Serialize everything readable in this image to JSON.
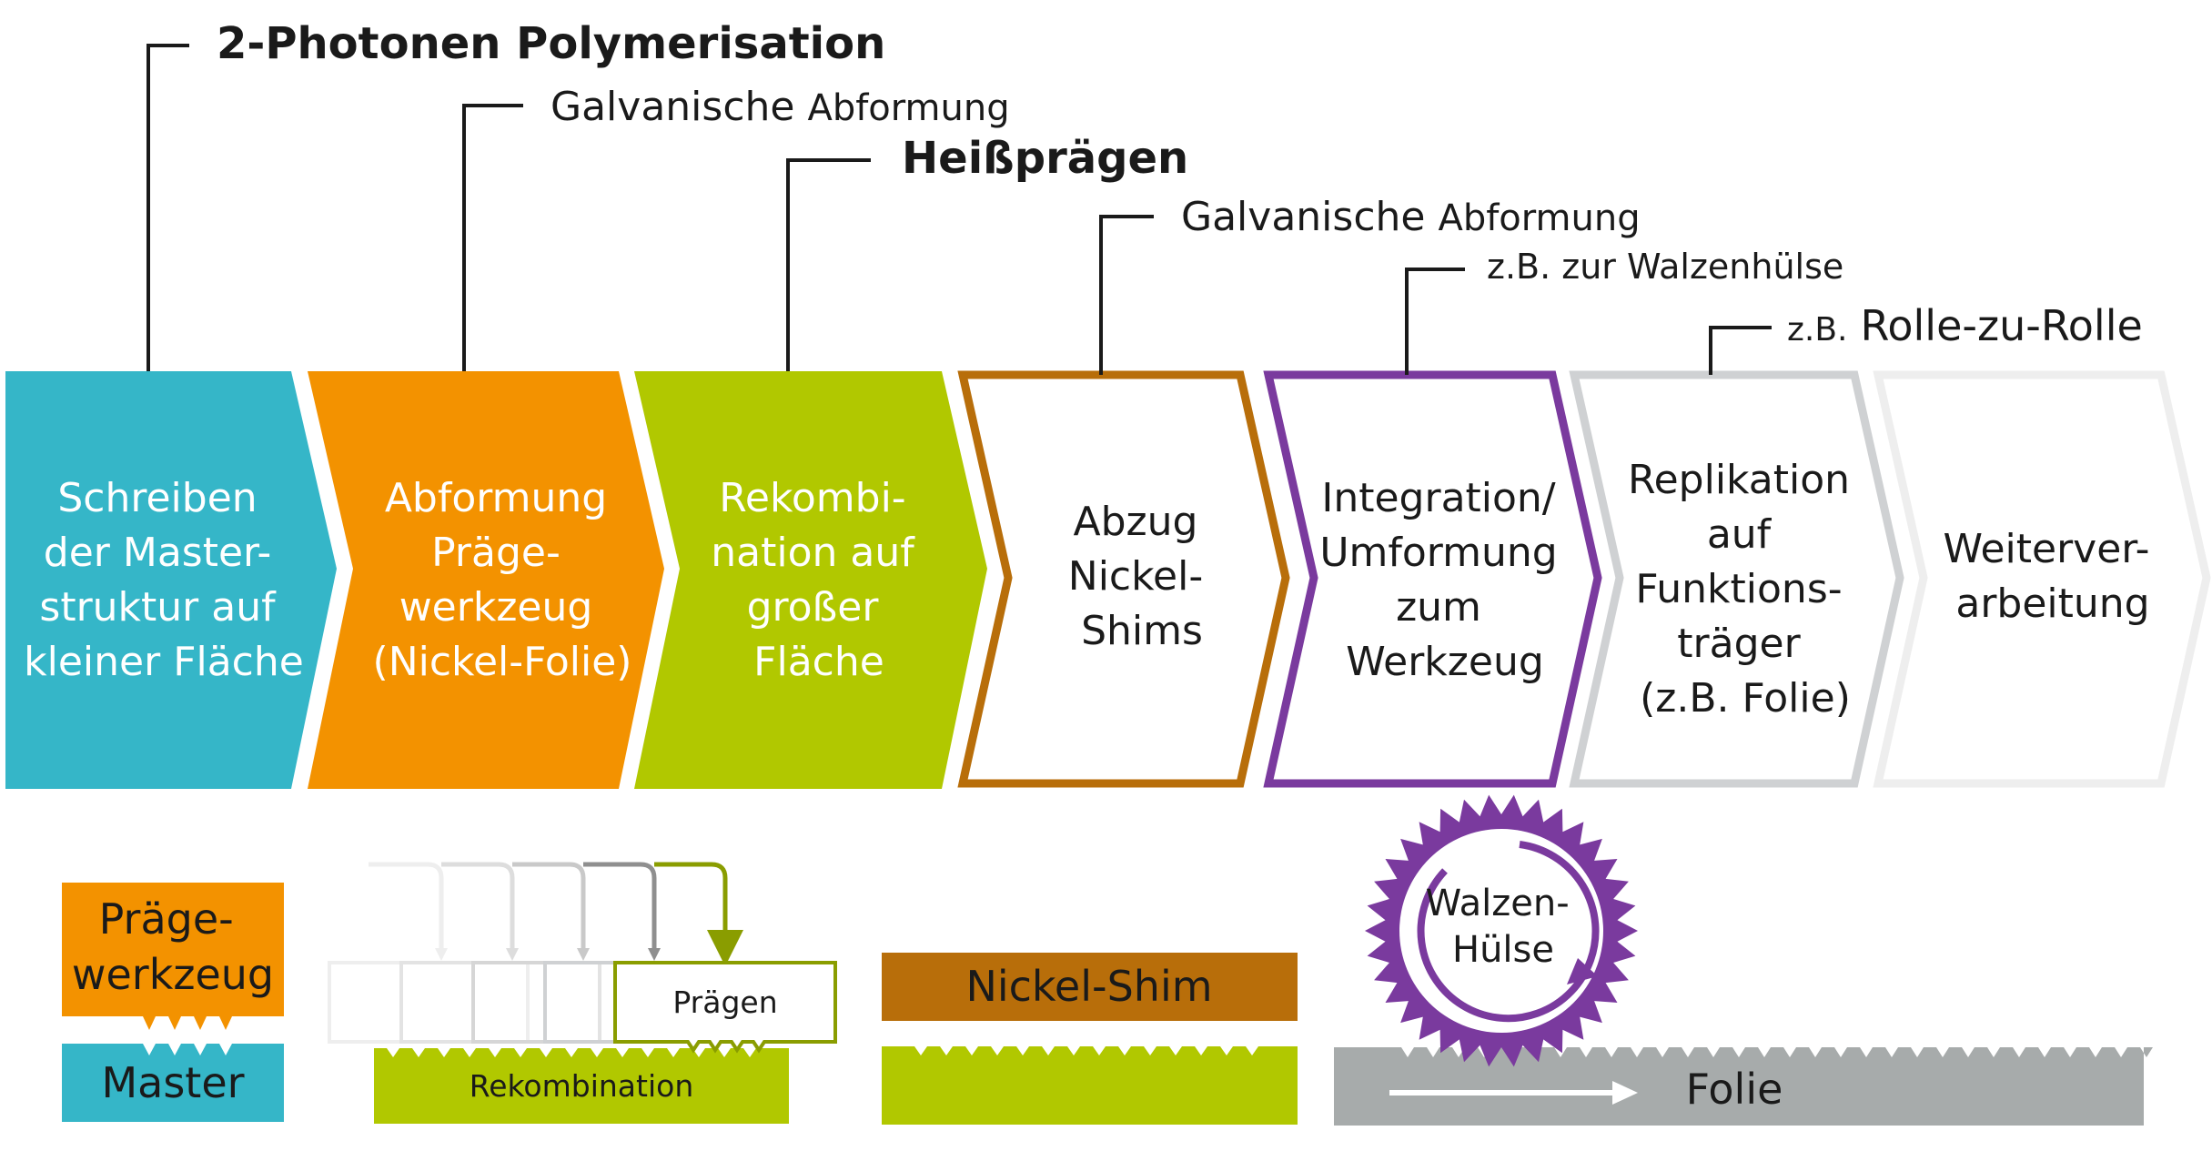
{
  "colors": {
    "cyan": "#35b6c8",
    "orange": "#f39200",
    "green": "#b1c800",
    "brown": "#b86e0a",
    "purple": "#7a3a9e",
    "grey_light": "#cfd1d3",
    "grey_lighter": "#eeeeee",
    "foil_grey": "#a7abab"
  },
  "process_labels": {
    "l1": "2-Photonen Polymerisation",
    "l2_main": "Galvanische",
    "l2_sub": "Abformung",
    "l3": "Heißprägen",
    "l4_main": "Galvanische",
    "l4_sub": "Abformung",
    "l5": "z.B. zur Walzenhülse",
    "l6_prefix": "z.B.",
    "l6_main": "Rolle-zu-Rolle"
  },
  "steps": [
    {
      "lines": [
        "Schreiben",
        "der Master-",
        "struktur auf",
        "kleiner Fläche"
      ]
    },
    {
      "lines": [
        "Abformung",
        "Präge-",
        "werkzeug",
        "(Nickel-Folie)"
      ]
    },
    {
      "lines": [
        "Rekombi-",
        "nation auf",
        "großer",
        "Fläche"
      ]
    },
    {
      "lines": [
        "Abzug",
        "Nickel-",
        "Shims"
      ]
    },
    {
      "lines": [
        "Integration/",
        "Umformung",
        "zum",
        "Werkzeug"
      ]
    },
    {
      "lines": [
        "Replikation",
        "auf",
        "Funktions-",
        "träger",
        "(z.B. Folie)"
      ]
    },
    {
      "lines": [
        "Weiterver-",
        "arbeitung"
      ]
    }
  ],
  "illustrations": {
    "tool_line1": "Präge-",
    "tool_line2": "werkzeug",
    "master": "Master",
    "pragen": "Prägen",
    "rekombination": "Rekombination",
    "nickel_shim": "Nickel-Shim",
    "walzen_line1": "Walzen-",
    "walzen_line2": "Hülse",
    "folie": "Folie"
  }
}
